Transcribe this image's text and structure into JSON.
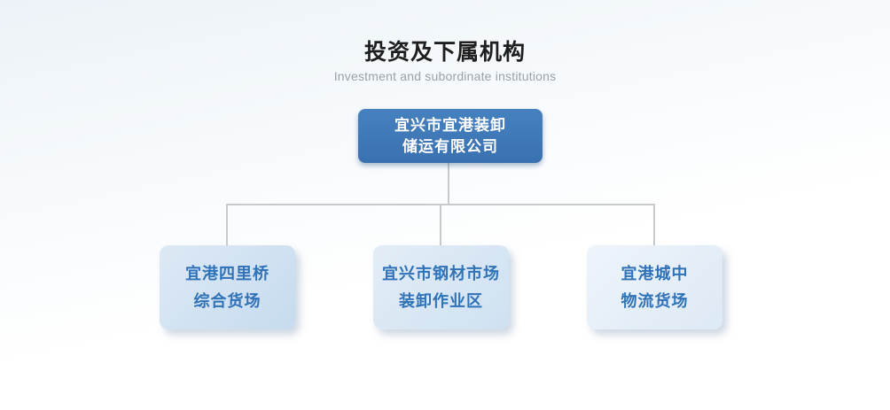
{
  "header": {
    "title": "投资及下属机构",
    "subtitle": "Investment and subordinate institutions"
  },
  "org_chart": {
    "root": {
      "lines": [
        "宜兴市宜港装卸",
        "储运有限公司"
      ]
    },
    "children": [
      {
        "lines": [
          "宜港四里桥",
          "综合货场"
        ]
      },
      {
        "lines": [
          "宜兴市钢材市场",
          "装卸作业区"
        ]
      },
      {
        "lines": [
          "宜港城中",
          "物流货场"
        ]
      }
    ],
    "colors": {
      "root_box_bg": "#3b74b4",
      "root_box_text": "#ffffff",
      "child_box_bg_light": "#dce8f4",
      "child_box_bg_dark": "#c6dbef",
      "child_box_text": "#2f72b8",
      "connector_line": "#c7c9ca",
      "title_text": "#1e1e1e",
      "subtitle_text": "#9ba1a6",
      "background_top": "#ecf2f7",
      "background_bottom": "#ffffff"
    }
  }
}
